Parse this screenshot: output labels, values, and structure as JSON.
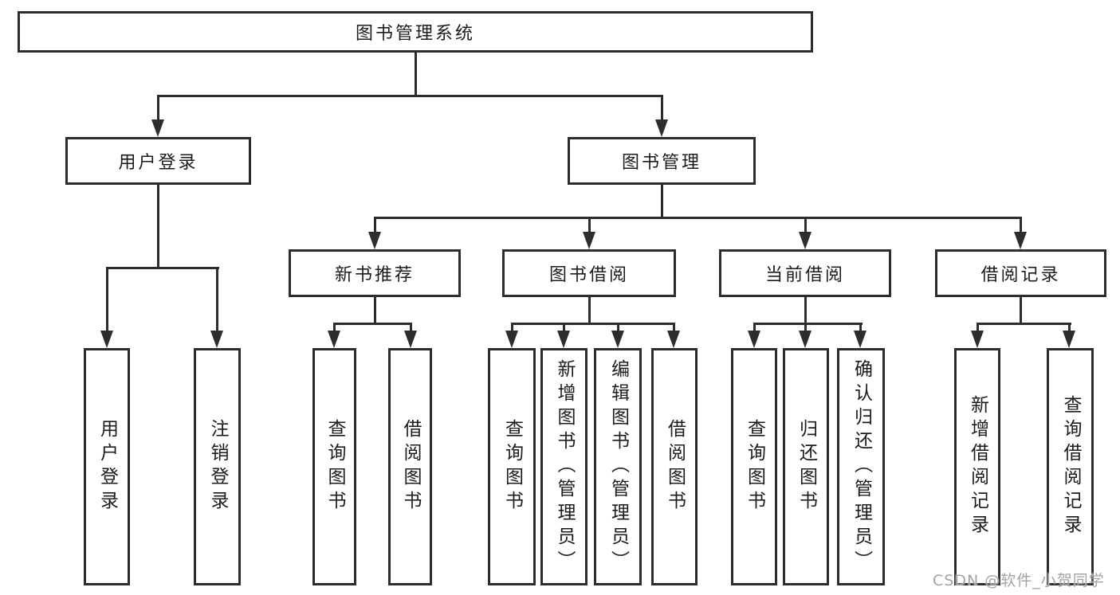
{
  "diagram": {
    "root": {
      "label": "图书管理系统"
    },
    "level2": [
      {
        "id": "user-login",
        "label": "用户登录"
      },
      {
        "id": "book-management",
        "label": "图书管理"
      }
    ],
    "level3": [
      {
        "id": "new-book-recommend",
        "label": "新书推荐"
      },
      {
        "id": "book-borrow",
        "label": "图书借阅"
      },
      {
        "id": "current-borrow",
        "label": "当前借阅"
      },
      {
        "id": "borrow-records",
        "label": "借阅记录"
      }
    ],
    "leaves": {
      "user_login": [
        "用户登录",
        "注销登录"
      ],
      "new_book": [
        "查询图书",
        "借阅图书"
      ],
      "book_borrow": [
        "查询图书",
        "新增图书（管理员）",
        "编辑图书（管理员）",
        "借阅图书"
      ],
      "current_borrow": [
        "查询图书",
        "归还图书",
        "确认归还（管理员）"
      ],
      "borrow_records": [
        "新增借阅记录",
        "查询借阅记录"
      ]
    }
  },
  "watermark": {
    "text": "CSDN @软件_小贺同学"
  },
  "colors": {
    "line": "#2d2d2d",
    "text": "#1c1c1c",
    "watermark": "#a3a3a3",
    "background": "#ffffff"
  }
}
